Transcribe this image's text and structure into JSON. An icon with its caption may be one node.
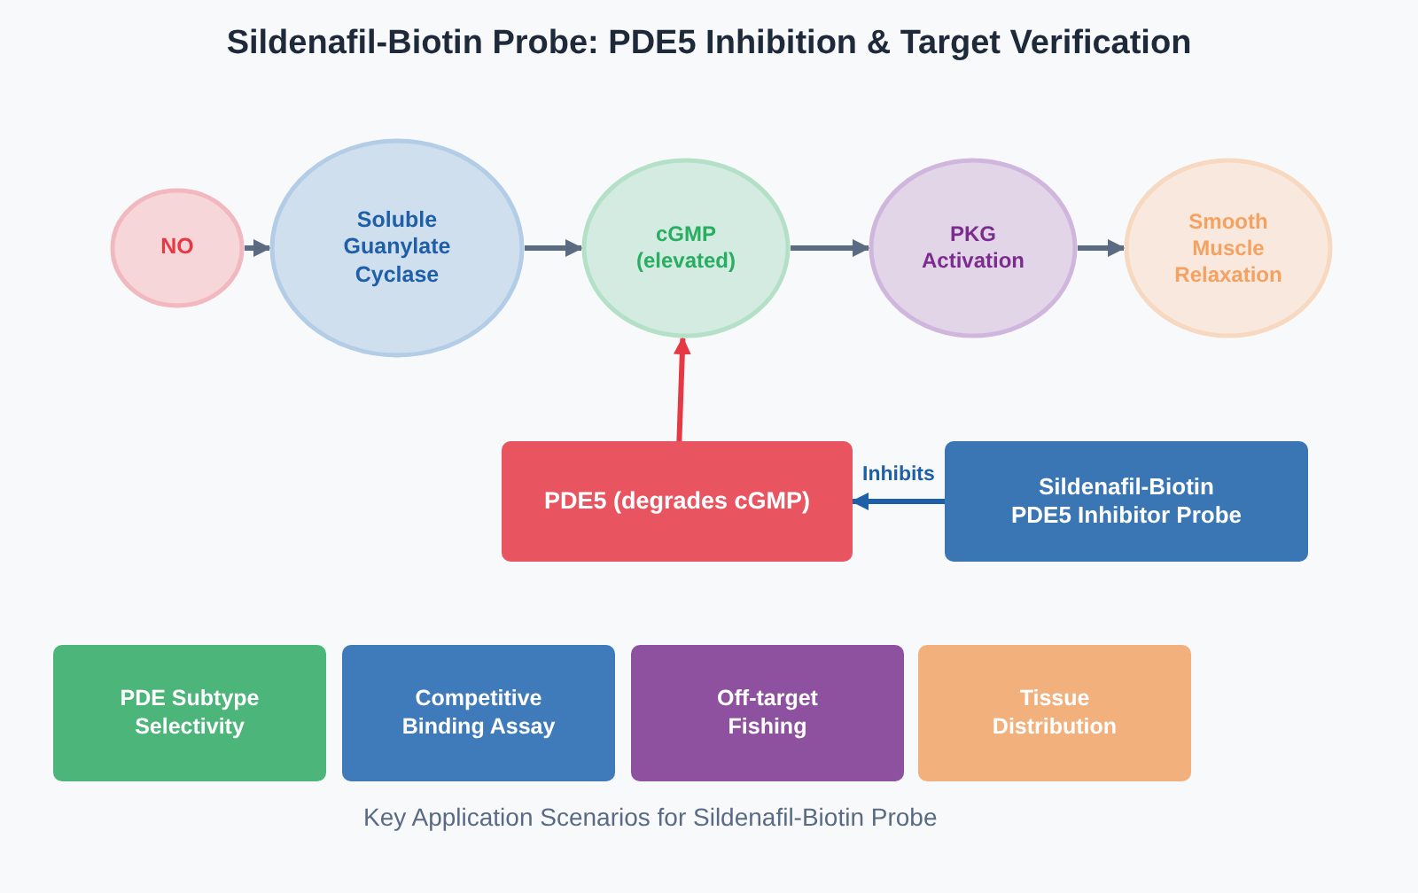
{
  "diagram": {
    "title": "Sildenafil-Biotin Probe: PDE5 Inhibition & Target Verification",
    "nodes": [
      {
        "text": [
          "NO"
        ]
      },
      {
        "text": [
          "Soluble Guanylate Cyclase"
        ]
      },
      {
        "text": [
          "cGMP (elevated)"
        ]
      },
      {
        "text": [
          "PKG Activation"
        ]
      },
      {
        "text": [
          "Smooth Muscle Relaxation"
        ]
      },
      {
        "text": [
          "PDE5 (degrades cGMP)"
        ]
      },
      {
        "text": [
          "Sildenafil-Biotin PDE5 Inhibitor Probe"
        ]
      },
      {
        "text": [
          "PDE Subtype Selectivity"
        ]
      },
      {
        "text": [
          "Competitive Binding Assay"
        ]
      },
      {
        "text": [
          "Off-target Fishing"
        ]
      },
      {
        "text": [
          "Tissue Distribution"
        ]
      }
    ],
    "edges": [
      {
        "from": 0,
        "to": 1,
        "arrow": "to"
      },
      {
        "from": 1,
        "to": 2,
        "arrow": "to"
      },
      {
        "from": 2,
        "to": 3,
        "arrow": "to"
      },
      {
        "from": 3,
        "to": 4,
        "arrow": "to"
      },
      {
        "from": 5,
        "to": 2,
        "arrow": "to",
        "color": "#e63946"
      },
      {
        "from": 6,
        "to": 5,
        "arrow": "to",
        "label": "Inhibits",
        "color": "#1f5fa8"
      }
    ],
    "labels": [
      "Key Application Scenarios for Sildenafil-Biotin Probe"
    ]
  }
}
